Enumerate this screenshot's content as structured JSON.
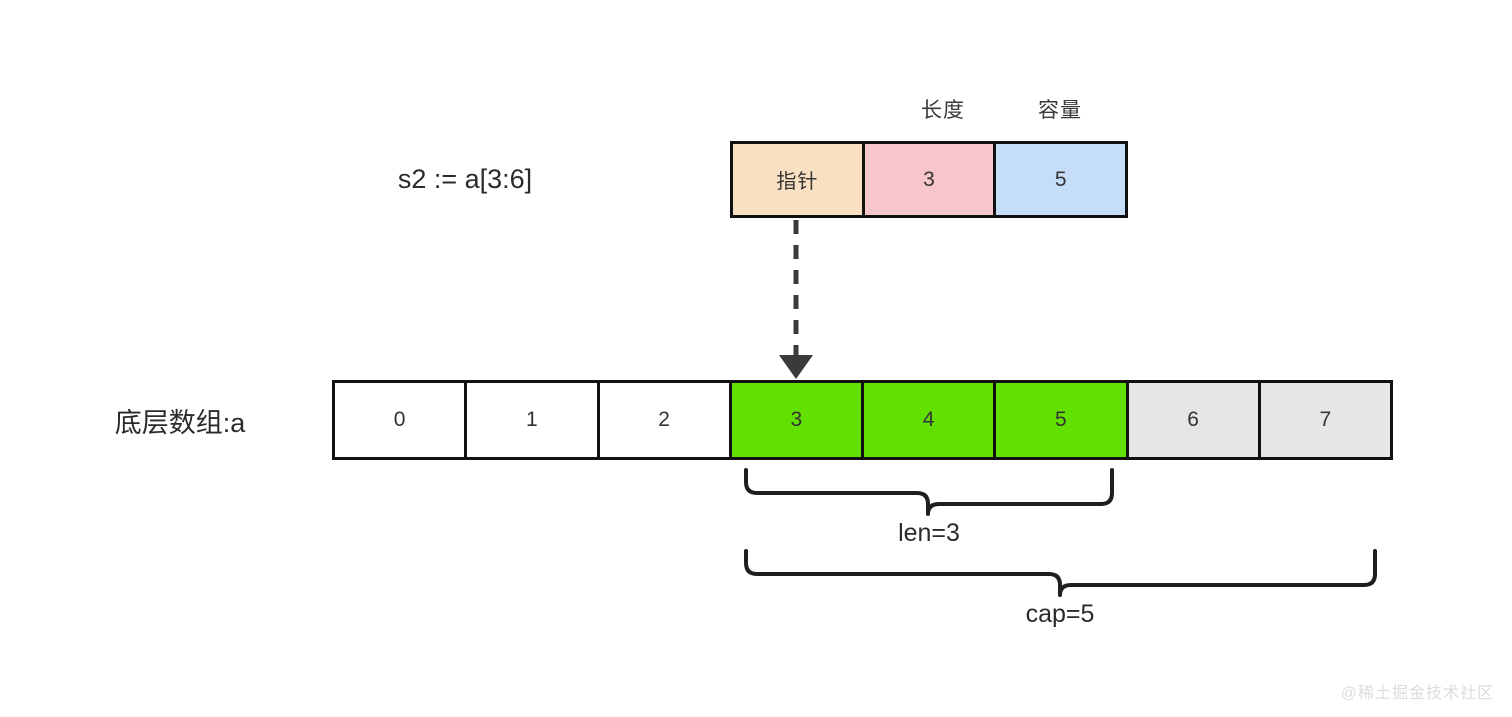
{
  "diagram": {
    "title_expression": "s2 := a[3:6]",
    "array_label": "底层数组:a",
    "watermark": "@稀土掘金技术社区",
    "colors": {
      "pointer_fill": "#fae0c3",
      "length_fill": "#f7c6cb",
      "capacity_fill": "#c5ddf7",
      "selected_cell": "#62e000",
      "dimmed_cell": "#e6e6e6",
      "stroke": "#111111",
      "background": "#ffffff"
    }
  },
  "slice_header": {
    "captions": {
      "length": "长度",
      "capacity": "容量"
    },
    "cells": [
      {
        "key": "pointer",
        "label": "指针"
      },
      {
        "key": "length",
        "label": "3"
      },
      {
        "key": "capacity",
        "label": "5"
      }
    ]
  },
  "backing_array": {
    "cells": [
      {
        "index": "0",
        "state": "free"
      },
      {
        "index": "1",
        "state": "free"
      },
      {
        "index": "2",
        "state": "free"
      },
      {
        "index": "3",
        "state": "selected"
      },
      {
        "index": "4",
        "state": "selected"
      },
      {
        "index": "5",
        "state": "selected"
      },
      {
        "index": "6",
        "state": "reserved"
      },
      {
        "index": "7",
        "state": "reserved"
      }
    ]
  },
  "annotations": {
    "len_brace_label": "len=3",
    "cap_brace_label": "cap=5"
  }
}
